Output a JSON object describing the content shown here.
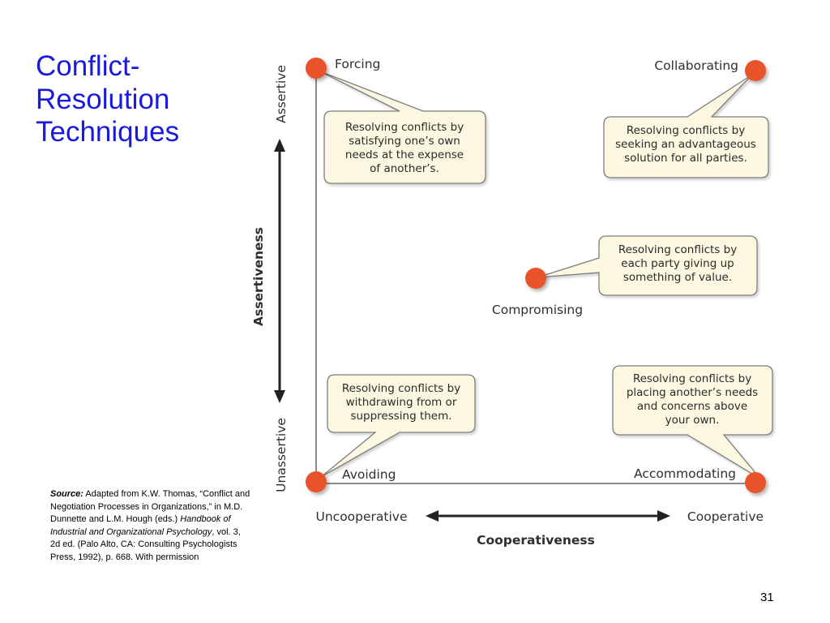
{
  "title": {
    "lines": [
      "Conflict-",
      "Resolution",
      "Techniques"
    ]
  },
  "page_number": "31",
  "source": {
    "label": "Source:",
    "text1": " Adapted from K.W. Thomas, “Conflict and Negotiation Processes in Organizations,” in M.D. Dunnette and L.M. Hough (eds.) ",
    "book": "Handbook of Industrial and Organizational Psychology",
    "text2": ", vol. 3, 2d ed. (Palo Alto, CA: Consulting Psychologists Press, 1992), p. 668. With permission"
  },
  "axes": {
    "vertical": {
      "title": "Assertiveness",
      "top": "Assertive",
      "bottom": "Unassertive"
    },
    "horizontal": {
      "title": "Cooperativeness",
      "left": "Uncooperative",
      "right": "Cooperative"
    }
  },
  "colors": {
    "dot": "#e8532a",
    "bubble_fill": "#fcf7e0",
    "title": "#1a1adb"
  },
  "techniques": [
    {
      "name": "Forcing",
      "description": [
        "Resolving conflicts by",
        "satisfying one’s own",
        "needs at the expense",
        "of another’s."
      ]
    },
    {
      "name": "Collaborating",
      "description": [
        "Resolving conflicts by",
        "seeking an advantageous",
        "solution for all parties."
      ]
    },
    {
      "name": "Compromising",
      "description": [
        "Resolving conflicts by",
        "each party giving up",
        "something of value."
      ]
    },
    {
      "name": "Avoiding",
      "description": [
        "Resolving conflicts by",
        "withdrawing from or",
        "suppressing them."
      ]
    },
    {
      "name": "Accommodating",
      "description": [
        "Resolving conflicts by",
        "placing another’s needs",
        "and concerns above",
        "your own."
      ]
    }
  ]
}
